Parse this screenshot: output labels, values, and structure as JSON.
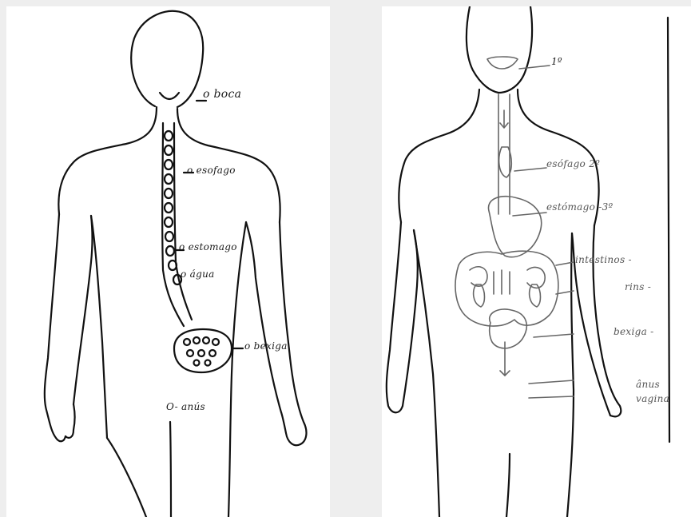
{
  "left_diagram": {
    "labels": {
      "boca": "o boca",
      "esofago": "o esofago",
      "estomago": "o estomago",
      "agua": "o água",
      "bexiga": "o bexiga",
      "anus": "O- anús"
    }
  },
  "right_diagram": {
    "labels": {
      "mouth": "1º",
      "esofago": "esófago 2º",
      "estomago": "estómago -3º",
      "intestinos": "intestinos -",
      "rins": "rins -",
      "bexiga": "bexiga -",
      "anus": "ânus",
      "vagina": "vagina"
    }
  }
}
